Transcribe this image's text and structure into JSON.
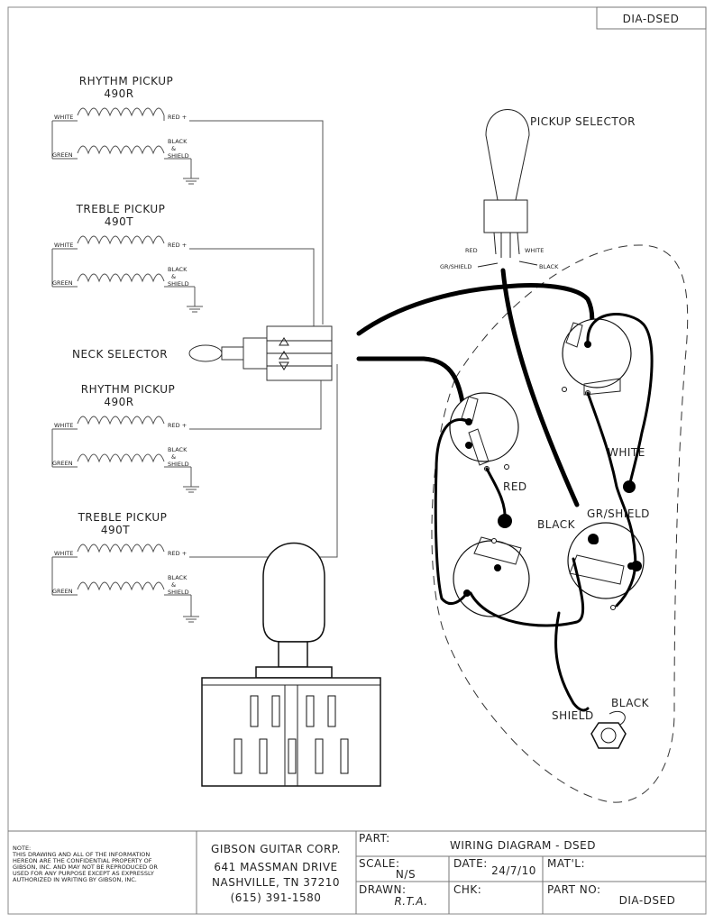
{
  "drawing_number": "DIA-DSED",
  "pickups": [
    {
      "name": "RHYTHM PICKUP",
      "model": "490R",
      "white": "WHITE",
      "green": "GREEN",
      "red": "RED +",
      "black": "BLACK",
      "amp": "&",
      "shield": "SHIELD"
    },
    {
      "name": "TREBLE PICKUP",
      "model": "490T",
      "white": "WHITE",
      "green": "GREEN",
      "red": "RED +",
      "black": "BLACK",
      "amp": "&",
      "shield": "SHIELD"
    },
    {
      "name": "RHYTHM PICKUP",
      "model": "490R",
      "white": "WHITE",
      "green": "GREEN",
      "red": "RED +",
      "black": "BLACK",
      "amp": "&",
      "shield": "SHIELD"
    },
    {
      "name": "TREBLE PICKUP",
      "model": "490T",
      "white": "WHITE",
      "green": "GREEN",
      "red": "RED +",
      "black": "BLACK",
      "amp": "&",
      "shield": "SHIELD"
    }
  ],
  "neck_selector": "NECK SELECTOR",
  "pickup_selector": {
    "title": "PICKUP SELECTOR",
    "red": "RED",
    "white": "WHITE",
    "gr_shield": "GR/SHIELD",
    "black": "BLACK"
  },
  "harness": {
    "white": "WHITE",
    "red": "RED",
    "black": "BLACK",
    "gr_shield": "GR/SHIELD",
    "shield": "SHIELD",
    "jack_black": "BLACK"
  },
  "title_block": {
    "note": [
      "NOTE:",
      "THIS DRAWING AND ALL OF THE INFORMATION",
      "HEREON ARE THE CONFIDENTIAL PROPERTY OF",
      "GIBSON, INC. AND MAY NOT BE REPRODUCED OR",
      "USED FOR ANY PURPOSE EXCEPT AS EXPRESSLY",
      "AUTHORIZED IN WRITING BY GIBSON, INC."
    ],
    "company": "GIBSON GUITAR CORP.",
    "address1": "641 MASSMAN DRIVE",
    "address2": "NASHVILLE, TN 37210",
    "phone": "(615) 391-1580",
    "part_label": "PART:",
    "part_value": "WIRING DIAGRAM  -  DSED",
    "scale_label": "SCALE:",
    "scale_value": "N/S",
    "date_label": "DATE:",
    "date_value": "24/7/10",
    "matl_label": "MAT'L:",
    "drawn_label": "DRAWN:",
    "drawn_value": "R.T.A.",
    "chk_label": "CHK:",
    "partno_label": "PART NO:",
    "partno_value": "DIA-DSED"
  }
}
